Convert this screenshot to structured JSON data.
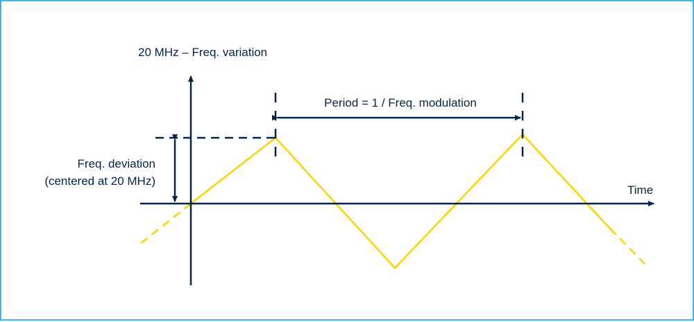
{
  "diagram": {
    "y_axis_label": "20 MHz – Freq. variation",
    "x_axis_label": "Time",
    "period_label": "Period = 1 / Freq. modulation",
    "deviation_label_line1": "Freq. deviation",
    "deviation_label_line2": "(centered at 20 MHz)"
  },
  "colors": {
    "frame_border": "#3cb4e5",
    "axis": "#03234b",
    "signal": "#ffd200"
  }
}
